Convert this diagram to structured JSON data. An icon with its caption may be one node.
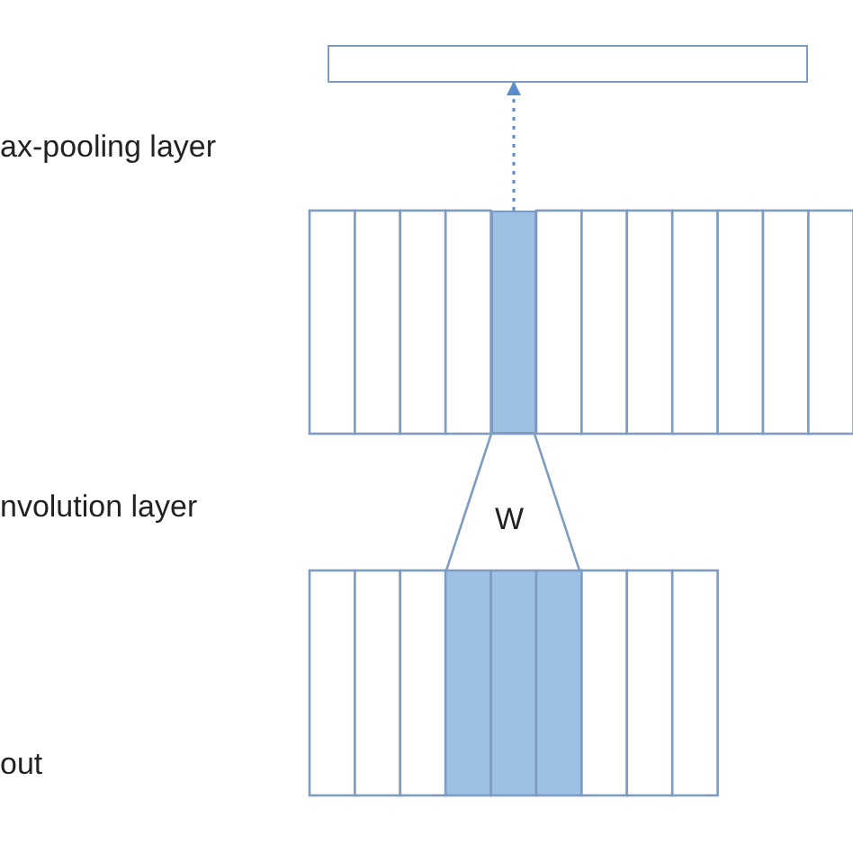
{
  "diagram": {
    "nodes": [
      {
        "text": [],
        "shape": "box"
      },
      {
        "text": [],
        "shape": "bar"
      },
      {
        "text": [
          "W"
        ]
      }
    ],
    "edges": [
      {
        "from": 1,
        "to": 0,
        "arrow": "to",
        "style": "dashed"
      }
    ],
    "labels": [
      "ax-pooling layer",
      "nvolution layer",
      "out"
    ]
  }
}
